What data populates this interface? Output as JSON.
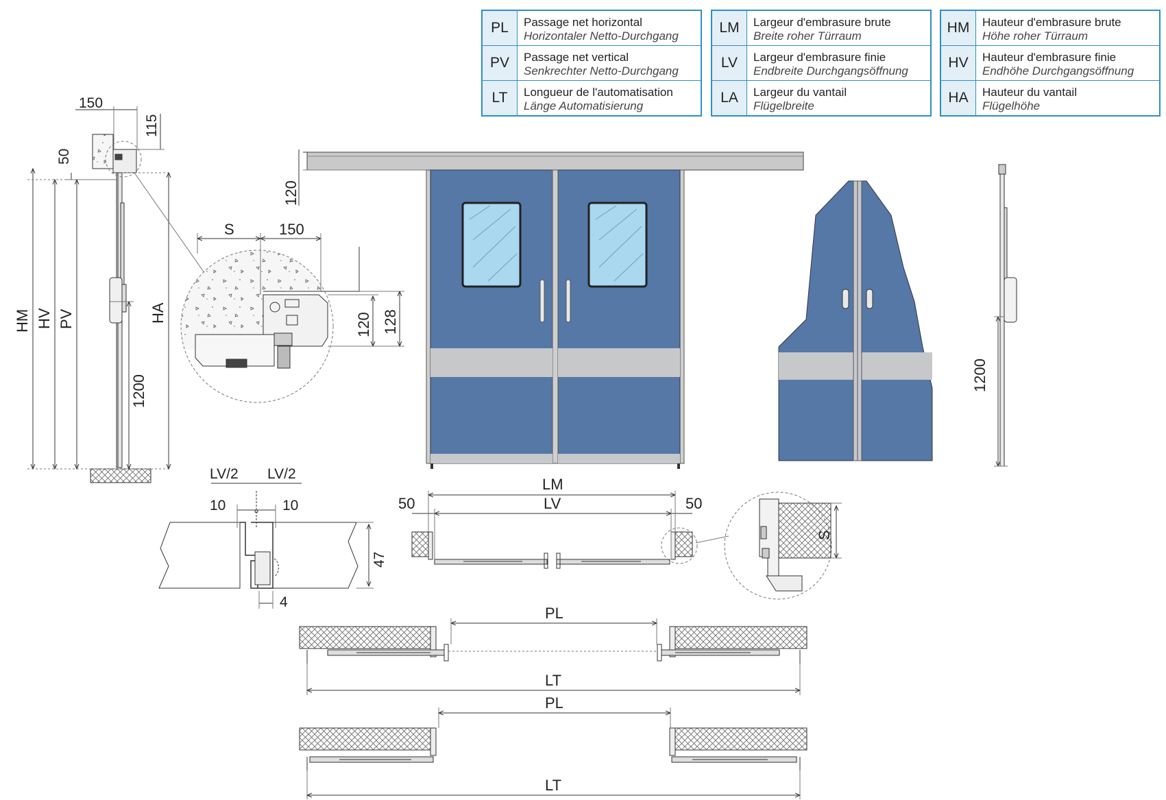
{
  "legend": [
    {
      "abbr": "PL",
      "fr": "Passage net horizontal",
      "de": "Horizontaler Netto-Durchgang"
    },
    {
      "abbr": "PV",
      "fr": "Passage net vertical",
      "de": "Senkrechter Netto-Durchgang"
    },
    {
      "abbr": "LT",
      "fr": "Longueur de l'automatisation",
      "de": "Länge Automatisierung"
    },
    {
      "abbr": "LM",
      "fr": "Largeur d'embrasure brute",
      "de": "Breite roher Türraum"
    },
    {
      "abbr": "LV",
      "fr": "Largeur d'embrasure finie",
      "de": "Endbreite Durchgangsöffnung"
    },
    {
      "abbr": "LA",
      "fr": "Largeur du vantail",
      "de": "Flügelbreite"
    },
    {
      "abbr": "HM",
      "fr": "Hauteur d'embrasure brute",
      "de": "Höhe roher Türraum"
    },
    {
      "abbr": "HV",
      "fr": "Hauteur d'embrasure finie",
      "de": "Endhöhe Durchgangsöffnung"
    },
    {
      "abbr": "HA",
      "fr": "Hauteur du vantail",
      "de": "Flügelhöhe"
    }
  ],
  "side_view": {
    "dim_top": "150",
    "dim_right": "115",
    "dim_left": "50",
    "label_hm": "HM",
    "label_hv": "HV",
    "label_pv": "PV",
    "label_ha": "HA",
    "dim_handle": "1200"
  },
  "detail_top": {
    "dim_s": "S",
    "dim_150": "150",
    "dim_120": "120",
    "dim_128": "128"
  },
  "front_view": {
    "dim_track": "120"
  },
  "right_view": {
    "dim_handle": "1200"
  },
  "overlap": {
    "dim_lv_left": "LV/2",
    "dim_lv_right": "LV/2",
    "dim_10_left": "10",
    "dim_10_right": "10",
    "dim_47": "47",
    "dim_4": "4"
  },
  "plan_view": {
    "dim_lm": "LM",
    "dim_lv": "LV",
    "dim_50_left": "50",
    "dim_50_right": "50",
    "detail_s": "S"
  },
  "plan_2": {
    "dim_pl": "PL",
    "dim_lt": "LT"
  },
  "plan_3": {
    "dim_pl": "PL",
    "dim_lt": "LT"
  },
  "colors": {
    "door_blue": "#5578a6",
    "stripe_grey": "#c6c8ca",
    "legend_border": "#2d8fc4",
    "legend_cell": "#e3eff7",
    "glass": "#a9d8ef"
  }
}
